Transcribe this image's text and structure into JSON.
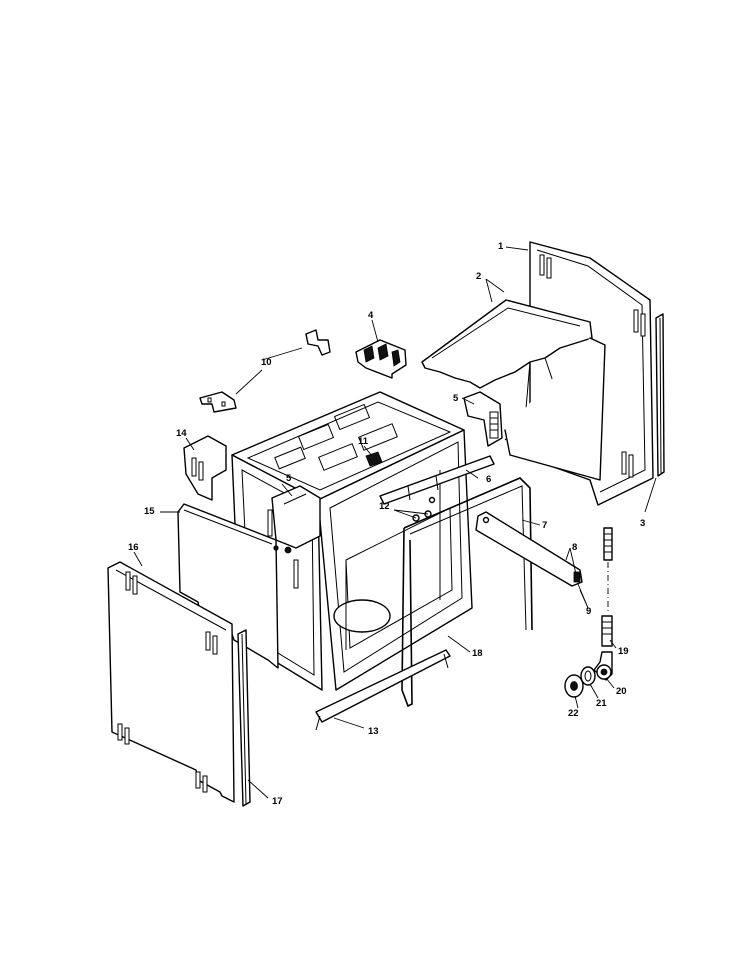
{
  "diagram": {
    "callouts": [
      {
        "id": "c1",
        "label": "1"
      },
      {
        "id": "c2",
        "label": "2"
      },
      {
        "id": "c3",
        "label": "3"
      },
      {
        "id": "c4",
        "label": "4"
      },
      {
        "id": "c5a",
        "label": "5"
      },
      {
        "id": "c5b",
        "label": "5"
      },
      {
        "id": "c6",
        "label": "6"
      },
      {
        "id": "c7",
        "label": "7"
      },
      {
        "id": "c8",
        "label": "8"
      },
      {
        "id": "c9",
        "label": "9"
      },
      {
        "id": "c10",
        "label": "10"
      },
      {
        "id": "c11",
        "label": "11"
      },
      {
        "id": "c12",
        "label": "12"
      },
      {
        "id": "c13",
        "label": "13"
      },
      {
        "id": "c14",
        "label": "14"
      },
      {
        "id": "c15",
        "label": "15"
      },
      {
        "id": "c16",
        "label": "16"
      },
      {
        "id": "c17",
        "label": "17"
      },
      {
        "id": "c18",
        "label": "18"
      },
      {
        "id": "c19",
        "label": "19"
      },
      {
        "id": "c20",
        "label": "20"
      },
      {
        "id": "c21",
        "label": "21"
      },
      {
        "id": "c22",
        "label": "22"
      }
    ]
  }
}
